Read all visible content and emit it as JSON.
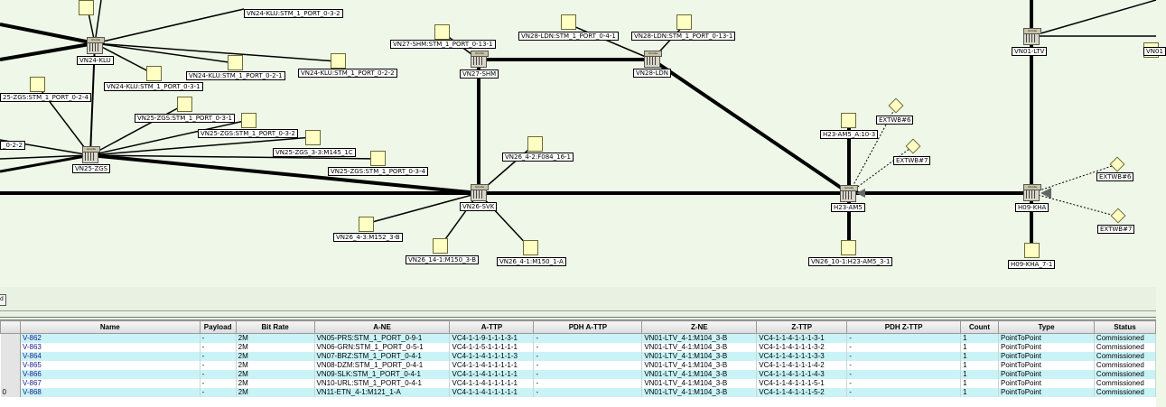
{
  "network_map": {
    "nodes": [
      {
        "name": "VN24-KLU",
        "cap": "Unode"
      },
      {
        "name": "VN25-ZGS",
        "cap": "Unode"
      },
      {
        "name": "VN27-SHM",
        "cap": "Unode"
      },
      {
        "name": "VN28-LDN",
        "cap": "Unode"
      },
      {
        "name": "VN26-SVK",
        "cap": "Unode"
      },
      {
        "name": "H23-AM5",
        "cap": "Unode"
      },
      {
        "name": "VN01-LTV",
        "cap": "Unode"
      },
      {
        "name": "H09-KHA",
        "cap": "Unode"
      }
    ],
    "port_labels": [
      "VN24-KLU:STM_1_PORT_0-3-2",
      "VN24-KLU:STM_1_PORT_0-2-1",
      "VN24-KLU:STM_1_PORT_0-2-2",
      "VN24-KLU:STM_1_PORT_0-3-1",
      "VN27-SHM:STM_1_PORT_0-13-1",
      "VN28-LDN:STM_1_PORT_0-4-1",
      "VN28-LDN:STM_1_PORT_0-13-1",
      "25-ZGS:STM_1_PORT_0-2-4",
      "VN25-ZGS:STM_1_PORT_0-3-1",
      "VN25-ZGS:STM_1_PORT_0-3-2",
      "VN25-ZGS_3-3:M145_1C",
      "VN25-ZGS:STM_1_PORT_0-3-4",
      "_0-2-2",
      "VN26_4-2:F084_16-1",
      "VN26_4-3:M152_3-B",
      "VN26_14-1:M150_3-B",
      "VN26_4-1:M150_1-A",
      "H23-AM5_A:10-3",
      "VN26_10-1:H23-AM5_3-1",
      "H09-KHA_7-1",
      "VN01"
    ],
    "ext_labels": [
      "EXTWB#6",
      "EXTWB#7",
      "EXTWB#6",
      "EXTWB#7"
    ]
  },
  "tab_stub": "d",
  "table": {
    "columns": [
      "",
      "Name",
      "Payload",
      "Bit Rate",
      "A-NE",
      "A-TTP",
      "PDH A-TTP",
      "Z-NE",
      "Z-TTP",
      "PDH Z-TTP",
      "Count",
      "Type",
      "Status"
    ],
    "rows": [
      {
        "rh": "",
        "name": "V-862",
        "payload": "-",
        "bitrate": "2M",
        "ane": "VN05-PRS:STM_1_PORT_0-9-1",
        "attp": "VC4-1-1-9-1-1-1-3-1",
        "pdha": "-",
        "zne": "VN01-LTV_4-1:M104_3-B",
        "zttp": "VC4-1-1-4-1-1-1-3-1",
        "pdhz": "-",
        "count": "1",
        "type": "PointToPoint",
        "status": "Commissioned"
      },
      {
        "rh": "",
        "name": "V-863",
        "payload": "-",
        "bitrate": "2M",
        "ane": "VN06-GRN:STM_1_PORT_0-5-1",
        "attp": "VC4-1-1-5-1-1-1-1-1",
        "pdha": "-",
        "zne": "VN01-LTV_4-1:M104_3-B",
        "zttp": "VC4-1-1-4-1-1-1-3-2",
        "pdhz": "-",
        "count": "1",
        "type": "PointToPoint",
        "status": "Commissioned"
      },
      {
        "rh": "",
        "name": "V-864",
        "payload": "-",
        "bitrate": "2M",
        "ane": "VN07-BRZ:STM_1_PORT_0-4-1",
        "attp": "VC4-1-1-4-1-1-1-1-3",
        "pdha": "-",
        "zne": "VN01-LTV_4-1:M104_3-B",
        "zttp": "VC4-1-1-4-1-1-1-3-3",
        "pdhz": "-",
        "count": "1",
        "type": "PointToPoint",
        "status": "Commissioned"
      },
      {
        "rh": "",
        "name": "V-865",
        "payload": "-",
        "bitrate": "2M",
        "ane": "VN08-DZM:STM_1_PORT_0-4-1",
        "attp": "VC4-1-1-4-1-1-1-1-1",
        "pdha": "-",
        "zne": "VN01-LTV_4-1:M104_3-B",
        "zttp": "VC4-1-1-4-1-1-1-4-2",
        "pdhz": "-",
        "count": "1",
        "type": "PointToPoint",
        "status": "Commissioned"
      },
      {
        "rh": "",
        "name": "V-866",
        "payload": "-",
        "bitrate": "2M",
        "ane": "VN09-SLK:STM_1_PORT_0-4-1",
        "attp": "VC4-1-1-4-1-1-1-1-1",
        "pdha": "-",
        "zne": "VN01-LTV_4-1:M104_3-B",
        "zttp": "VC4-1-1-4-1-1-1-4-3",
        "pdhz": "-",
        "count": "1",
        "type": "PointToPoint",
        "status": "Commissioned"
      },
      {
        "rh": "",
        "name": "V-867",
        "payload": "-",
        "bitrate": "2M",
        "ane": "VN10-URL:STM_1_PORT_0-4-1",
        "attp": "VC4-1-1-4-1-1-1-1-1",
        "pdha": "-",
        "zne": "VN01-LTV_4-1:M104_3-B",
        "zttp": "VC4-1-1-4-1-1-1-5-1",
        "pdhz": "-",
        "count": "1",
        "type": "PointToPoint",
        "status": "Commissioned"
      },
      {
        "rh": "0",
        "name": "V-868",
        "payload": "-",
        "bitrate": "2M",
        "ane": "VN11-ETN_4-1:M121_1-A",
        "attp": "VC4-1-1-4-1-1-1-1-1",
        "pdha": "-",
        "zne": "VN01-LTV_4-1:M104_3-B",
        "zttp": "VC4-1-1-4-1-1-1-5-2",
        "pdhz": "-",
        "count": "1",
        "type": "PointToPoint",
        "status": "Commissioned"
      }
    ]
  }
}
